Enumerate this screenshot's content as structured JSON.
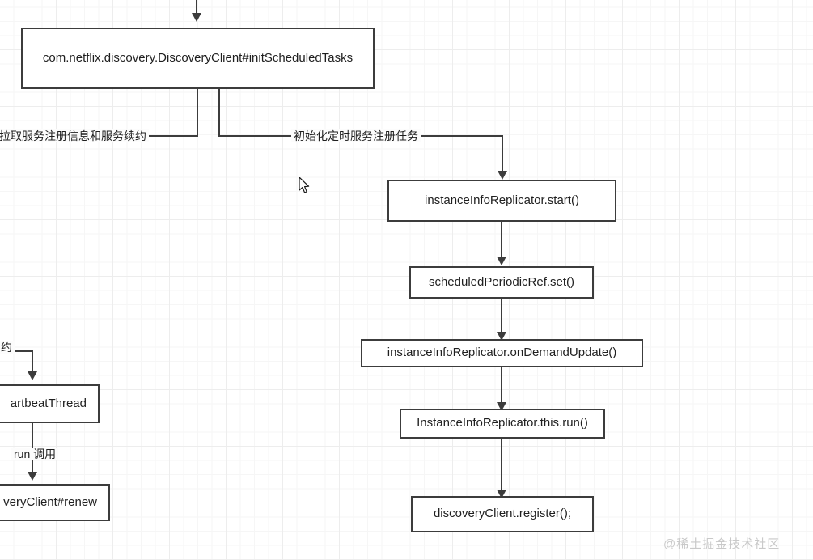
{
  "diagram": {
    "title_node": {
      "label": "com.netflix.discovery.DiscoveryClient#initScheduledTasks"
    },
    "nodes": [
      {
        "id": "init-scheduled-tasks",
        "label": "com.netflix.discovery.DiscoveryClient#initScheduledTasks"
      },
      {
        "id": "heartbeat-thread",
        "label": "artbeatThread"
      },
      {
        "id": "discovery-client-renew",
        "label": "veryClient#renew"
      },
      {
        "id": "instance-info-replicator-start",
        "label": "instanceInfoReplicator.start()"
      },
      {
        "id": "scheduled-periodic-ref-set",
        "label": "scheduledPeriodicRef.set()"
      },
      {
        "id": "instance-info-replicator-on-demand-update",
        "label": "instanceInfoReplicator.onDemandUpdate()"
      },
      {
        "id": "instance-info-replicator-this-run",
        "label": "InstanceInfoReplicator.this.run()"
      },
      {
        "id": "discovery-client-register",
        "label": "discoveryClient.register();"
      }
    ],
    "edge_labels": {
      "fetch_registry": "拉取服务注册信息和服务续约",
      "init_register_task": "初始化定时服务注册任务",
      "renew_fragment": "约",
      "run_call": "run 调用"
    },
    "watermark": "@稀土掘金技术社区",
    "colors": {
      "stroke": "#3c3c3c",
      "node_fill": "#ffffff",
      "text": "#1f1f1f",
      "grid_minor": "#f6f6f6",
      "grid_major": "#ededed",
      "watermark": "#c9c9c9"
    }
  }
}
